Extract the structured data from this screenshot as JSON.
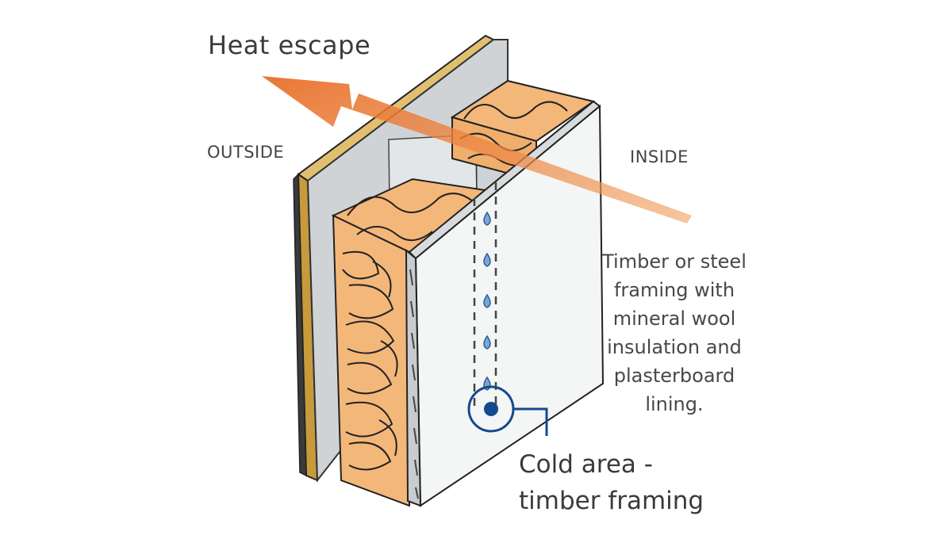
{
  "labels": {
    "heat_escape": "Heat escape",
    "outside": "OUTSIDE",
    "inside": "INSIDE",
    "description_lines": [
      "Timber or steel",
      "framing with",
      "mineral wool",
      "insulation and",
      "plasterboard",
      "lining."
    ],
    "cold_area_lines": [
      "Cold area -",
      "timber framing"
    ]
  },
  "colors": {
    "insulation": "#f3b77a",
    "insulation_dark": "#e49a55",
    "arrow": "#e8702a",
    "marker": "#124a8c",
    "outer_board": "#c79a3c",
    "drop": "#7aa7d6"
  }
}
